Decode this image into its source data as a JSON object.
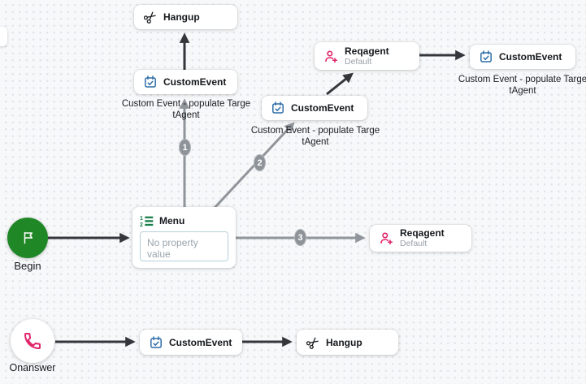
{
  "colors": {
    "edge_dark": "#33373c",
    "edge_gray": "#8f959b",
    "begin_green": "#208727",
    "icon_blue": "#2d6da8",
    "icon_green": "#1a7f4b",
    "icon_pink": "#e0246a",
    "badge_gray": "#8d9399",
    "canvas_bg": "#f7f8f9",
    "dot": "#e3e4e9"
  },
  "nodes": {
    "hangup_top": {
      "label": "Hangup"
    },
    "customevent_left": {
      "label": "CustomEvent"
    },
    "caption_left": {
      "line1": "Custom Event - populate Targe",
      "line2": "tAgent"
    },
    "regagent_top": {
      "label": "Reqagent",
      "sublabel": "Default"
    },
    "customevent_right": {
      "label": "CustomEvent"
    },
    "caption_right": {
      "line1": "Custom Event - populate Targe",
      "line2": "tAgent"
    },
    "customevent_mid": {
      "label": "CustomEvent"
    },
    "caption_mid": {
      "line1": "Custom Event - populate Targe",
      "line2": "tAgent"
    },
    "menu": {
      "label": "Menu",
      "input_placeholder": "No property value"
    },
    "regagent_right": {
      "label": "Reqagent",
      "sublabel": "Default"
    },
    "begin": {
      "label": "Begin"
    },
    "onanswer": {
      "label": "Onanswer"
    },
    "customevent_bottom": {
      "label": "CustomEvent"
    },
    "hangup_bottom": {
      "label": "Hangup"
    }
  },
  "edges": {
    "badge1": "1",
    "badge2": "2",
    "badge3": "3"
  }
}
